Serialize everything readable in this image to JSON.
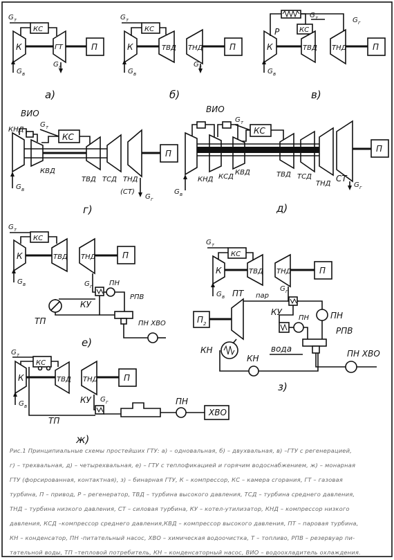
{
  "labels": {
    "gt": "G",
    "gt_sub": "т",
    "gv": "G",
    "gv_sub": "в",
    "gg": "G",
    "gg_sub": "г",
    "k": "К",
    "ks": "КС",
    "gt_turb": "ГТ",
    "p": "П",
    "tvd": "ТВД",
    "tnd": "ТНД",
    "tsd": "ТСД",
    "r": "Р",
    "vio": "ВИО",
    "knd": "КНД",
    "kvd": "КВД",
    "ksd": "КСД",
    "st_paren": "(СТ)",
    "st": "СТ",
    "ku": "КУ",
    "pn": "ПН",
    "rpv": "РПВ",
    "tp": "ТП",
    "pn_hvo": "ПН ХВО",
    "hvo": "ХВО",
    "pt": "ПТ",
    "par": "пар",
    "voda": "вода",
    "kn": "КН",
    "p2": "П",
    "p2_sub": "2"
  },
  "panel_captions": {
    "a": "а)",
    "b": "б)",
    "v": "в)",
    "g": "г)",
    "d": "д)",
    "e": "е)",
    "z": "з)",
    "zh": "ж)"
  },
  "caption_lines": [
    "Рис.1 Принципиальные схемы простейших ГТУ: а) – одновальная, б) – двухвальная, в) –ГТУ с регенерацией,",
    "г) – трехвальная, д) – четырехвальная, е) – ГТУ с теплофикацией и горячим водоснабжением, ж) – монарная",
    "ГТУ (форсированная, контактная), з) – бинарная ГТУ, К – компрессор, КС – камера сгорания, ГТ – газовая",
    "турбина, П – привод, Р – регенератор, ТВД – турбина высокого давления, ТСД – турбина среднего давления,",
    "ТНД – турбина низкого давления, СТ – силовая турбина, КУ – котел-утилизатор, КНД – компрессор низкого",
    "давления, КСД –компрессор среднего давления,КВД – компрессор высокого давления, ПТ – паровая турбина,",
    "КН – конденсатор, ПН -питательный насос, ХВО – химическая водоочистка, Т – топливо, РПВ – резервуар пи-",
    "тательной воды, ТП –тепловой потребитель, КН – конденсаторный насос, ВИО – водоохладитель охлаждения."
  ]
}
